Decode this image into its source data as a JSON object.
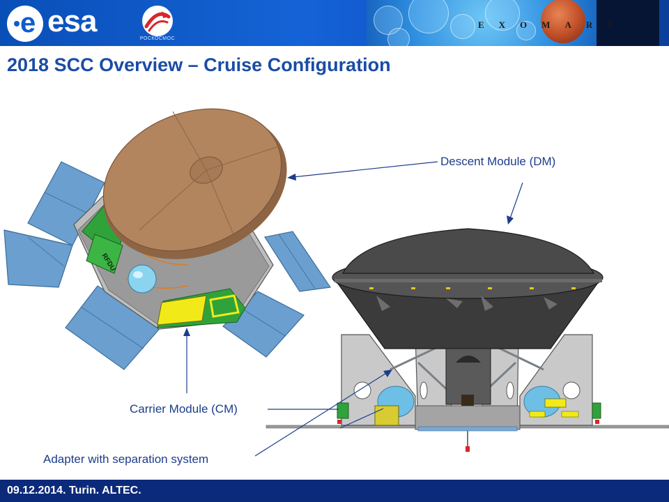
{
  "header": {
    "agency_logo_text": "esa",
    "partner_logo_text": "РОСКОСМОС",
    "mission_logo_text": "EXOMARS"
  },
  "slide": {
    "title": "2018 SCC Overview – Cruise Configuration"
  },
  "diagram": {
    "labels": {
      "descent_module": "Descent Module (DM)",
      "carrier_module": "Carrier Module (CM)",
      "adapter": "Adapter with separation system"
    },
    "onboard_text": {
      "rfdu": "RFDU"
    },
    "colors": {
      "heat_shield": "#b2855f",
      "back_shell": "#4a4a4a",
      "solar_panel": "#6a9fcf",
      "structure": "#c9c9c9",
      "green_unit": "#2fa33a",
      "yellow_unit": "#f2ea18",
      "label_text": "#1c3d8a"
    }
  },
  "footer": {
    "text": "09.12.2014. Turin. ALTEC."
  }
}
